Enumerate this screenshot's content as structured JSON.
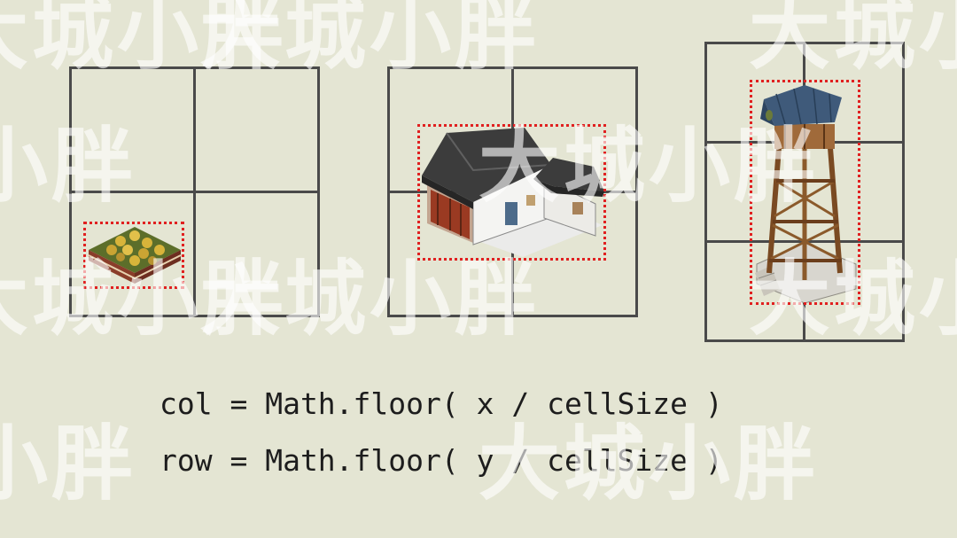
{
  "watermark": {
    "text": "大城小胖"
  },
  "formulas": {
    "col": "col = Math.floor( x / cellSize )",
    "row": "row = Math.floor( y / cellSize )"
  },
  "colors": {
    "background": "#e4e5d3",
    "grid_line": "#4a4a4a",
    "bounding_box": "#e02020"
  },
  "icons": [
    "hay-plot-icon",
    "house-icon",
    "watchtower-icon"
  ]
}
